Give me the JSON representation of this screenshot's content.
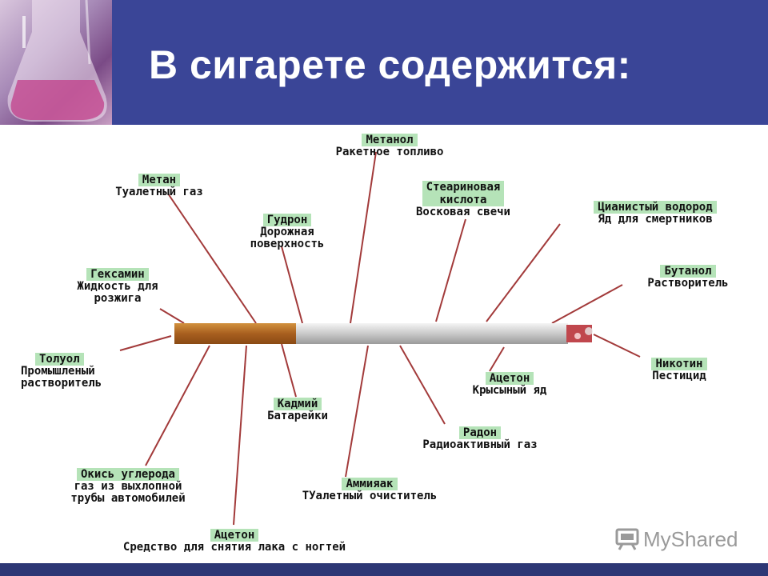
{
  "slide": {
    "title": "В сигарете содержится:",
    "watermark": "MyShared"
  },
  "colors": {
    "header_bg": "#3a4597",
    "label_bg": "#b5e3b8",
    "connector": "#a23a3a",
    "footer_bg": "#2d3775"
  },
  "items": [
    {
      "name": "Метанол",
      "desc": "Ракетное топливо"
    },
    {
      "name": "Метан",
      "desc": "Туалетный газ"
    },
    {
      "name": "Стеариновая\nкислота",
      "desc": "Восковая свечи"
    },
    {
      "name": "Цианистый водород",
      "desc": "Яд для смертников"
    },
    {
      "name": "Гудрон",
      "desc": "Дорожная\nповерхность"
    },
    {
      "name": "Бутанол",
      "desc": "Растворитель"
    },
    {
      "name": "Гексамин",
      "desc": "Жидкость для\nрозжига"
    },
    {
      "name": "Толуол",
      "desc": "Промышленый\nрастворитель"
    },
    {
      "name": "Никотин",
      "desc": "Пестицид"
    },
    {
      "name": "Ацетон",
      "desc": "Крысыный яд"
    },
    {
      "name": "Кадмий",
      "desc": "Батарейки"
    },
    {
      "name": "Радон",
      "desc": "Радиоактивный газ"
    },
    {
      "name": "Окись углерода",
      "desc": "газ из выхлопной\nтрубы автомобилей"
    },
    {
      "name": "Аммияак",
      "desc": "ТУалетный очиститель"
    },
    {
      "name": "Ацетон",
      "desc": "Средство для снятия лака с ногтей"
    }
  ]
}
